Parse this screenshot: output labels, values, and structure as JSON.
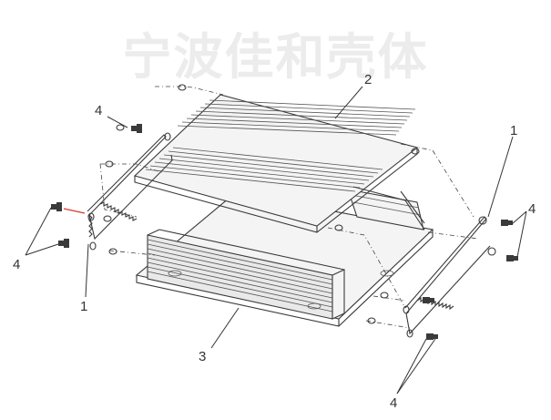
{
  "watermark": "宁波佳和壳体",
  "callouts": {
    "label_2": "2",
    "label_4_top_left": "4",
    "label_1_right": "1",
    "label_4_right": "4",
    "label_4_left": "4",
    "label_1_left": "1",
    "label_3": "3",
    "label_4_bottom": "4"
  },
  "colors": {
    "line": "#3a3a3a",
    "watermark": "#ececec",
    "accent_red": "#d63a2a"
  }
}
